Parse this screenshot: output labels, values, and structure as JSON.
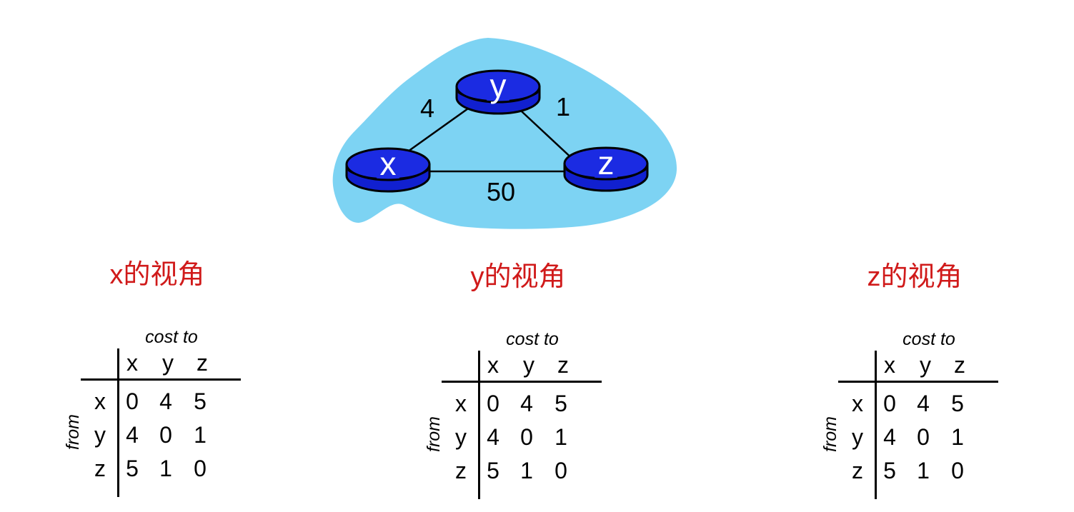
{
  "figure": {
    "network": {
      "nodes": [
        {
          "label": "x"
        },
        {
          "label": "y"
        },
        {
          "label": "z"
        }
      ],
      "edges": [
        {
          "from": "x",
          "to": "y",
          "cost": "4"
        },
        {
          "from": "y",
          "to": "z",
          "cost": "1"
        },
        {
          "from": "x",
          "to": "z",
          "cost": "50"
        }
      ]
    },
    "tables": [
      {
        "title": "x的视角",
        "cost_to_label": "cost to",
        "from_label": "from",
        "col_headers": [
          "x",
          "y",
          "z"
        ],
        "rows": [
          {
            "label": "x",
            "cells": [
              "0",
              "4",
              "5"
            ]
          },
          {
            "label": "y",
            "cells": [
              "4",
              "0",
              "1"
            ]
          },
          {
            "label": "z",
            "cells": [
              "5",
              "1",
              "0"
            ]
          }
        ]
      },
      {
        "title": "y的视角",
        "cost_to_label": "cost to",
        "from_label": "from",
        "col_headers": [
          "x",
          "y",
          "z"
        ],
        "rows": [
          {
            "label": "x",
            "cells": [
              "0",
              "4",
              "5"
            ]
          },
          {
            "label": "y",
            "cells": [
              "4",
              "0",
              "1"
            ]
          },
          {
            "label": "z",
            "cells": [
              "5",
              "1",
              "0"
            ]
          }
        ]
      },
      {
        "title": "z的视角",
        "cost_to_label": "cost to",
        "from_label": "from",
        "col_headers": [
          "x",
          "y",
          "z"
        ],
        "rows": [
          {
            "label": "x",
            "cells": [
              "0",
              "4",
              "5"
            ]
          },
          {
            "label": "y",
            "cells": [
              "4",
              "0",
              "1"
            ]
          },
          {
            "label": "z",
            "cells": [
              "5",
              "1",
              "0"
            ]
          }
        ]
      }
    ],
    "colors": {
      "cloud": "#7dd3f3",
      "router_top": "#1b2be2",
      "router_body": "#1120d0",
      "title_red": "#d01a1a",
      "text": "#000000",
      "node_label_color": "#ffffff"
    }
  }
}
